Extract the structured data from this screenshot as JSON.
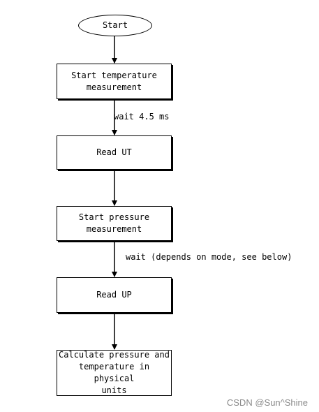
{
  "nodes": {
    "start": "Start",
    "start_temp": "Start temperature\nmeasurement",
    "read_ut": "Read UT",
    "start_pressure": "Start pressure\nmeasurement",
    "read_up": "Read UP",
    "calculate": "Calculate pressure and\ntemperature in physical\nunits"
  },
  "edges": {
    "wait_temp": "wait 4.5 ms",
    "wait_pressure": "wait (depends on mode, see below)"
  },
  "watermark": "CSDN @Sun^Shine",
  "colors": {
    "line": "#000000",
    "watermark": "#8a8a8a"
  }
}
